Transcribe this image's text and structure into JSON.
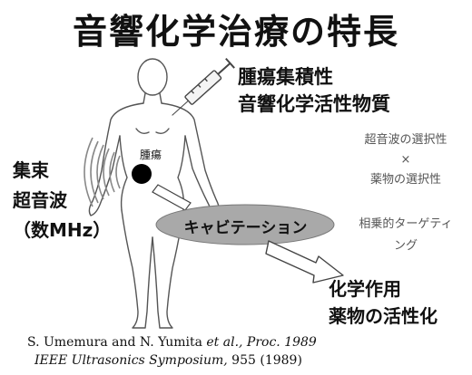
{
  "title": "音響化学治療の特長",
  "drug_label": [
    "腫瘍集積性",
    "音響化学活性物質"
  ],
  "ultrasound_label": [
    "集束",
    "超音波",
    "（数MHz）"
  ],
  "tumor_label": "腫瘍",
  "selectivity_label": [
    "超音波の選択性",
    "×",
    "薬物の選択性"
  ],
  "targeting_label": [
    "相乗的ターゲティ",
    "ング"
  ],
  "cavitation_label": "キャビテーション",
  "result_label": [
    "化学作用",
    "薬物の活性化"
  ],
  "citation": {
    "line1_authors": "S. Umemura and N. Yumita ",
    "line1_etal": "et al., Proc. 1989",
    "line2_journal": "IEEE Ultrasonics Symposium,",
    "line2_rest": " 955 (1989)"
  },
  "colors": {
    "body_outline": "#555555",
    "tumor": "#000000",
    "cavitation_fill": "#a9a9a9",
    "secondary_text": "#555555"
  }
}
